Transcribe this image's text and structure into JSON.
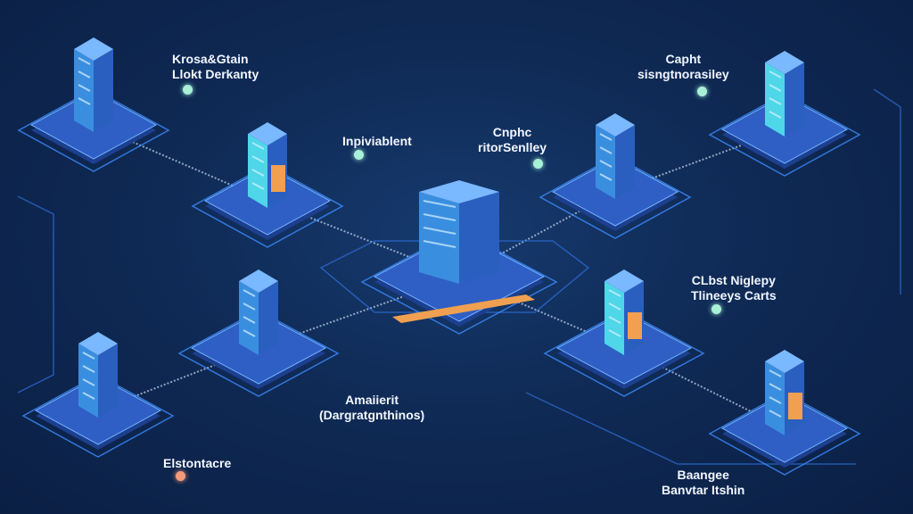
{
  "labels": [
    {
      "line1": "Krosa&Gtain",
      "line2": "Llokt Derkanty"
    },
    {
      "line1": "Inpiviablent",
      "line2": ""
    },
    {
      "line1": "Cnphc",
      "line2": "ritorSenlley"
    },
    {
      "line1": "Capht",
      "line2": "sisngtnorasiley"
    },
    {
      "line1": "CLbst Niglepy",
      "line2": "Tlineeys Carts"
    },
    {
      "line1": "Amaiierit",
      "line2": "(Dargratgnthinos)"
    },
    {
      "line1": "Elstontacre",
      "line2": ""
    },
    {
      "line1": "Baangee",
      "line2": "Banvtar Itshin"
    }
  ],
  "colors": {
    "background": "#0f2a55",
    "platform": "#2f5fc4",
    "glow": "#3d8cff",
    "accent_dot": "#a8f0d8",
    "orange_dot": "#f29a7a",
    "orange": "#f0a050",
    "cyan": "#4fd6e8"
  }
}
